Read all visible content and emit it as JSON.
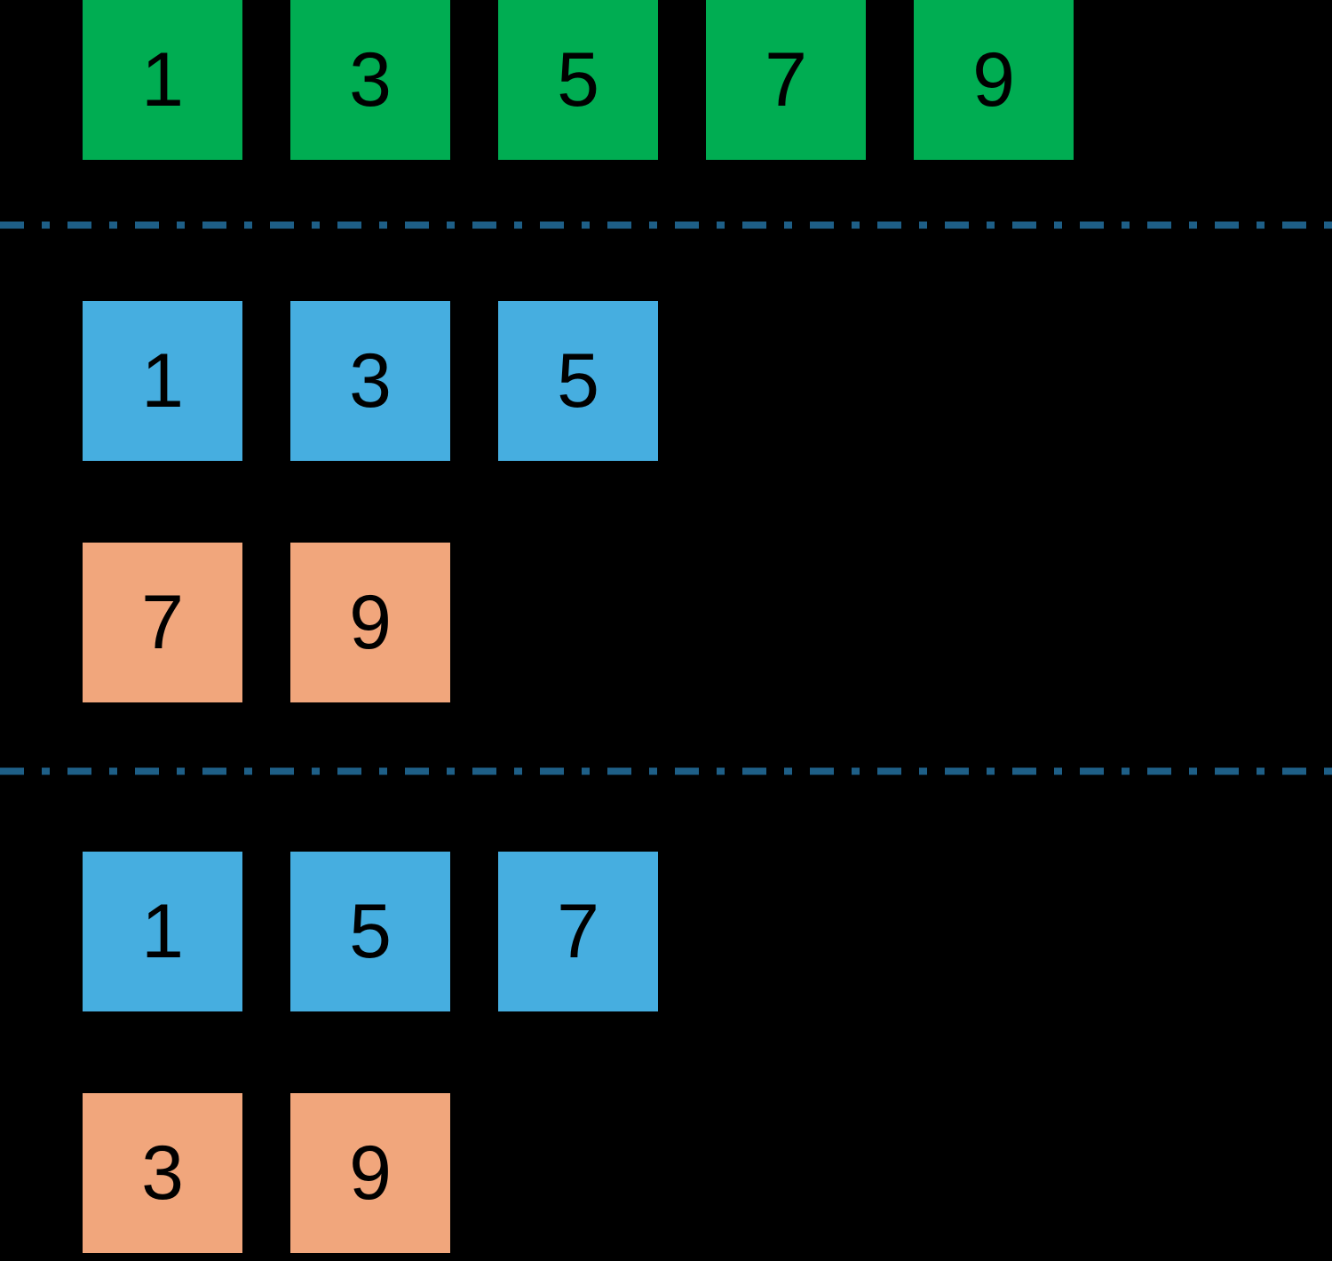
{
  "colors": {
    "background": "#000000",
    "full_set_green": "#00AD52",
    "subset_blue": "#46AEE0",
    "subset_orange": "#F1A67C",
    "divider_teal": "#1E5F87",
    "digit": "#000000"
  },
  "full_dataset": {
    "items": [
      "1",
      "3",
      "5",
      "7",
      "9"
    ]
  },
  "splits": [
    {
      "blue_group": [
        "1",
        "3",
        "5"
      ],
      "orange_group": [
        "7",
        "9"
      ]
    },
    {
      "blue_group": [
        "1",
        "5",
        "7"
      ],
      "orange_group": [
        "3",
        "9"
      ]
    }
  ]
}
